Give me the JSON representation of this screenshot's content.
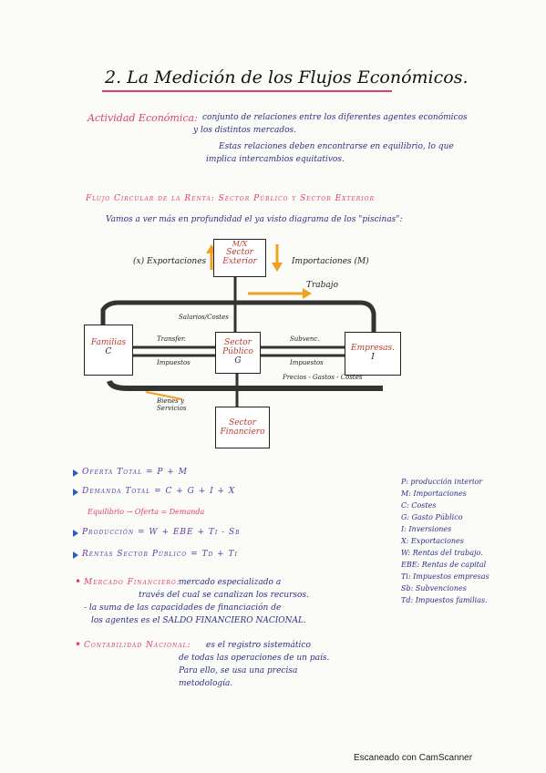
{
  "title": "2. La Medición de los Flujos Económicos.",
  "actividad": {
    "term": "Actividad Económica:",
    "def1": "conjunto de relaciones entre los diferentes agentes económicos",
    "def2": "y los distintos mercados.",
    "def3": "Estas relaciones deben encontrarse en equilibrio, lo que",
    "def4": "implica intercambios equitativos."
  },
  "flujo": {
    "heading": "Flujo Circular de la Renta: Sector Público y Sector Exterior",
    "intro": "Vamos a ver más en profundidad el ya visto diagrama de los \"piscinas\":"
  },
  "diagram": {
    "exterior": "Sector Exterior",
    "exterior_symbol": "M/X",
    "exportaciones": "(x) Exportaciones",
    "importaciones": "Importaciones (M)",
    "trabajo": "Trabajo",
    "salarios": "Salarios/Costes",
    "familias": "Familias",
    "familias_symbol": "C",
    "publico": "Sector Público",
    "publico_symbol": "G",
    "empresas": "Empresas.",
    "empresas_symbol": "I",
    "transfer": "Transfer.",
    "impuestos_left": "Impuestos",
    "subvenc": "Subvenc.",
    "impuestos_right": "Impuestos",
    "precios": "Precios - Gastos - Costes",
    "bienes": "Bienes y Servicios",
    "financiero": "Sector Financiero"
  },
  "formulas": {
    "oferta": "Oferta Total = P + M",
    "demanda": "Demanda Total = C + G + I + X",
    "equilibrio": "Equilibrio → Oferta = Demanda",
    "produccion": "Producción = W + EBE + Ti - Sb",
    "rentas": "Rentas Sector Público = Td + Ti"
  },
  "legend1": [
    "P: producción interior",
    "M: Importaciones",
    "C: Costes",
    "G: Gasto Público",
    "I: Inversiones",
    "X: Exportaciones"
  ],
  "legend2": [
    "W: Rentas del trabajo.",
    "EBE: Rentas de capital",
    "Ti: Impuestos empresas",
    "Sb: Subvenciones",
    "Td: Impuestos familias."
  ],
  "notes": {
    "mercado_term": "Mercado Financiero:",
    "mercado1": "mercado especializado a",
    "mercado2": "través del cual se canalizan los recursos.",
    "mercado3": "- la suma de las capacidades de financiación de",
    "mercado4": "los agentes es el SALDO FINANCIERO NACIONAL.",
    "contab_term": "Contabilidad Nacional:",
    "contab1": "es el registro sistemático",
    "contab2": "de todas las operaciones de un país.",
    "contab3": "Para ello, se usa una precisa",
    "contab4": "metodología."
  },
  "footer": "Escaneado con CamScanner",
  "colors": {
    "pink": "#e03a7a",
    "blue": "#2c2f86",
    "arrow_orange": "#f0a020",
    "shadow": "#333333"
  }
}
